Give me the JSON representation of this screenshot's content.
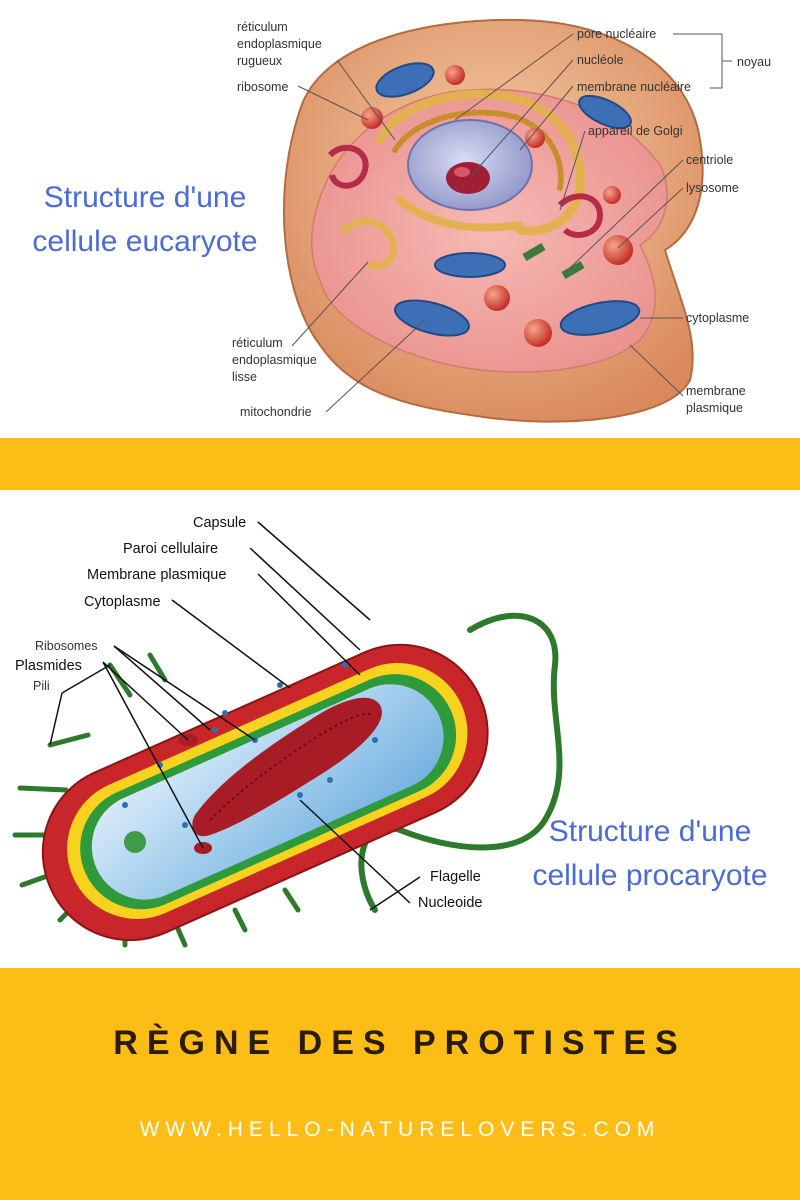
{
  "eukaryote": {
    "caption_line1": "Structure d'une",
    "caption_line2": "cellule eucaryote",
    "labels": {
      "rer_1": "réticulum",
      "rer_2": "endoplasmique",
      "rer_3": "rugueux",
      "ribosome": "ribosome",
      "ser_1": "réticulum",
      "ser_2": "endoplasmique",
      "ser_3": "lisse",
      "mitochondrie": "mitochondrie",
      "pore": "pore nucléaire",
      "nucleole": "nucléole",
      "membrane_nucleaire": "membrane nucléaire",
      "noyau": "noyau",
      "golgi": "appareil de Golgi",
      "centriole": "centriole",
      "lysosome": "lysosome",
      "cytoplasme": "cytoplasme",
      "membrane_plasmique_1": "membrane",
      "membrane_plasmique_2": "plasmique"
    }
  },
  "prokaryote": {
    "caption_line1": "Structure d'une",
    "caption_line2": "cellule procaryote",
    "labels": {
      "capsule": "Capsule",
      "paroi": "Paroi cellulaire",
      "membrane": "Membrane plasmique",
      "cytoplasme": "Cytoplasme",
      "ribosomes": "Ribosomes",
      "plasmides": "Plasmides",
      "pili": "Pili",
      "flagelle": "Flagelle",
      "nucleoide": "Nucleoide"
    }
  },
  "footer": {
    "title": "RÈGNE DES PROTISTES",
    "url": "WWW.HELLO-NATURELOVERS.COM"
  },
  "colors": {
    "band": "#fdbd17",
    "caption": "#4a6bd8"
  }
}
